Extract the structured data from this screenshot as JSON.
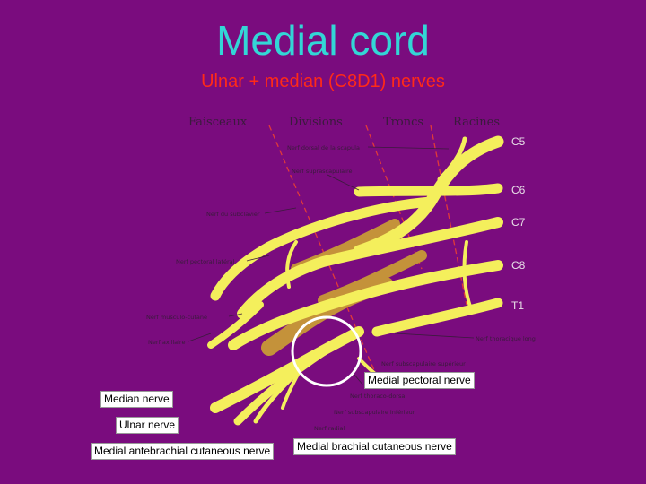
{
  "title": "Medial cord",
  "subtitle": "Ulnar + median (C8D1) nerves",
  "colors": {
    "background": "#7a0c7e",
    "title": "#33d6d6",
    "subtitle": "#ff2a18",
    "nerve": "#f4ef5c",
    "cord": "#c4923a",
    "circle": "#ffffff"
  },
  "diagram": {
    "headers": [
      "Faisceaux",
      "Divisions",
      "Troncs",
      "Racines"
    ],
    "roots": [
      "C5",
      "C6",
      "C7",
      "C8",
      "T1"
    ],
    "small_labels": [
      "Nerf dorsal de la scapula",
      "Nerf suprascapulaire",
      "Nerf du subclavier",
      "Nerf pectoral latéral",
      "Nerf musculo-cutané",
      "Nerf axillaire",
      "Nerf thoracique long",
      "Nerf subscapulaire supérieur",
      "Nerf thoraco-dorsal",
      "Nerf subscapulaire inférieur",
      "Nerf radial"
    ]
  },
  "callouts": {
    "medial_pectoral": "Medial pectoral nerve",
    "median": "Median nerve",
    "ulnar": "Ulnar nerve",
    "medial_antebrachial": "Medial antebrachial cutaneous nerve",
    "medial_brachial": "Medial brachial cutaneous nerve"
  }
}
